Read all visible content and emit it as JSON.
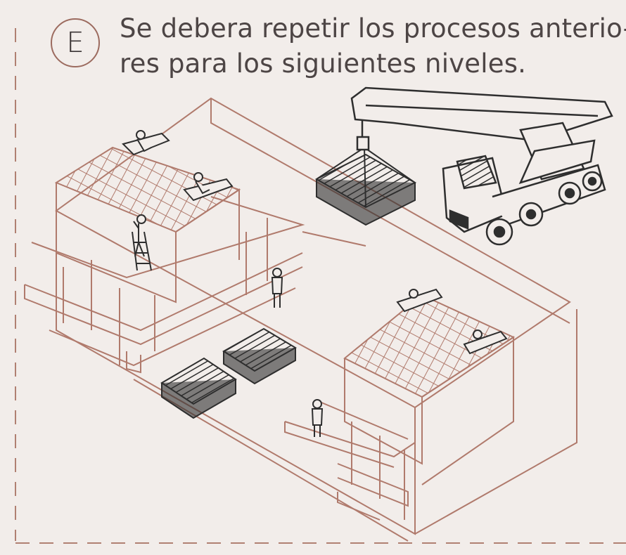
{
  "step": {
    "letter": "E"
  },
  "caption": {
    "line1": "Se debera repetir los procesos anterio-",
    "line2": "res para los siguientes niveles."
  },
  "colors": {
    "background": "#f2edea",
    "frame_dash": "#b08072",
    "structure_line": "#b07a6c",
    "badge_border": "#9c6b5f",
    "text": "#4d4545",
    "machinery": "#2e2e2e"
  },
  "icons": [
    "crane-truck-icon",
    "worker-icon",
    "ladder-icon",
    "material-stack-icon"
  ]
}
